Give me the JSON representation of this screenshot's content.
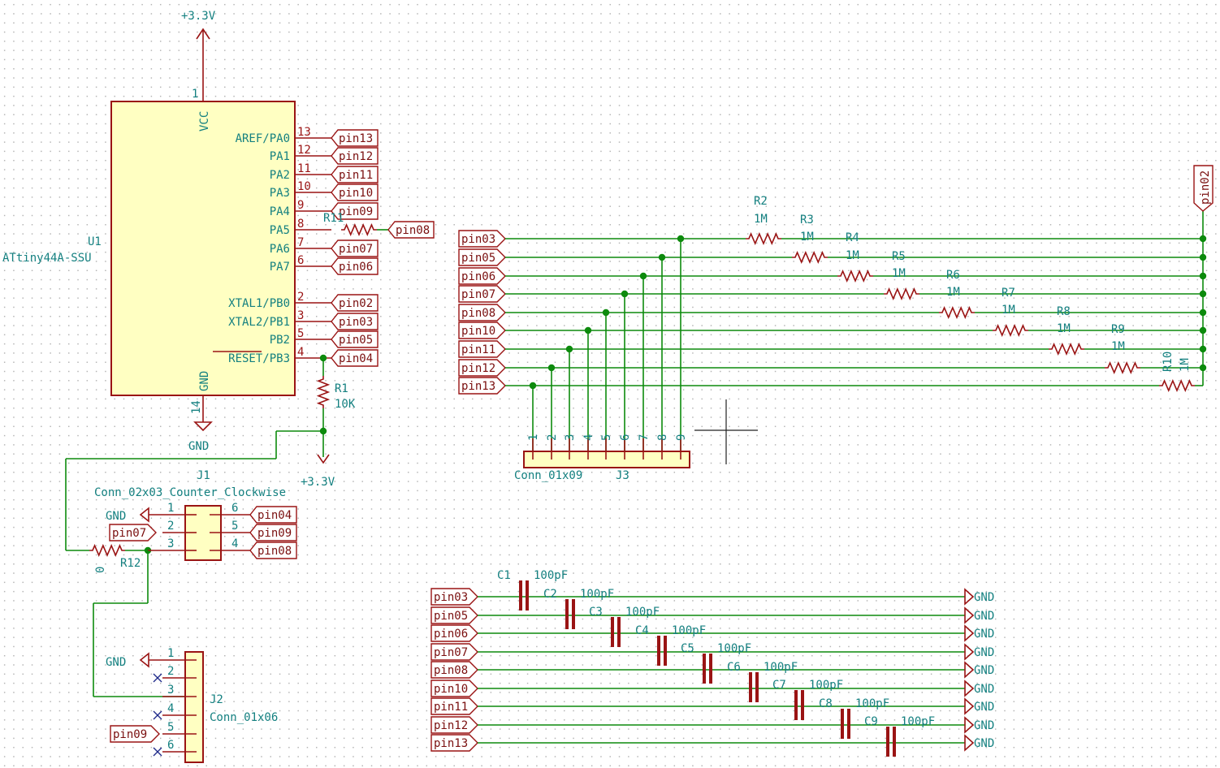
{
  "u1": {
    "ref": "U1",
    "value": "ATtiny44A-SSU",
    "vcc_pin": {
      "name": "VCC",
      "num": "1"
    },
    "gnd_pin": {
      "name": "GND",
      "num": "14"
    },
    "right_pins": [
      {
        "name": "AREF/PA0",
        "num": "13",
        "net": "pin13"
      },
      {
        "name": "PA1",
        "num": "12",
        "net": "pin12"
      },
      {
        "name": "PA2",
        "num": "11",
        "net": "pin11"
      },
      {
        "name": "PA3",
        "num": "10",
        "net": "pin10"
      },
      {
        "name": "PA4",
        "num": "9",
        "net": "pin09"
      },
      {
        "name": "PA5",
        "num": "8",
        "net": "pin08"
      },
      {
        "name": "PA6",
        "num": "7",
        "net": "pin07"
      },
      {
        "name": "PA7",
        "num": "6",
        "net": "pin06"
      },
      {
        "name": "XTAL1/PB0",
        "num": "2",
        "net": "pin02"
      },
      {
        "name": "XTAL2/PB1",
        "num": "3",
        "net": "pin03"
      },
      {
        "name": "PB2",
        "num": "5",
        "net": "pin05"
      },
      {
        "name": "RESET/PB3",
        "num": "4",
        "net": "pin04"
      }
    ]
  },
  "power": {
    "vcc_top": "+3.3V",
    "vcc_bottom": "+3.3V",
    "gnd_u1": "GND"
  },
  "r1": {
    "ref": "R1",
    "value": "10K"
  },
  "r11": {
    "ref": "R11"
  },
  "r12": {
    "ref": "R12",
    "value": "0"
  },
  "resistor_ladder": {
    "left_labels": [
      "pin03",
      "pin05",
      "pin06",
      "pin07",
      "pin08",
      "pin10",
      "pin11",
      "pin12",
      "pin13"
    ],
    "right_label": "pin02",
    "resistors": [
      {
        "ref": "R2",
        "value": "1M"
      },
      {
        "ref": "R3",
        "value": "1M"
      },
      {
        "ref": "R4",
        "value": "1M"
      },
      {
        "ref": "R5",
        "value": "1M"
      },
      {
        "ref": "R6",
        "value": "1M"
      },
      {
        "ref": "R7",
        "value": "1M"
      },
      {
        "ref": "R8",
        "value": "1M"
      },
      {
        "ref": "R9",
        "value": "1M"
      },
      {
        "ref": "R10",
        "value": "1M"
      }
    ]
  },
  "j3": {
    "ref": "J3",
    "value": "Conn_01x09",
    "pins": [
      "9",
      "8",
      "7",
      "6",
      "5",
      "4",
      "3",
      "2",
      "1"
    ]
  },
  "j1": {
    "ref": "J1",
    "value": "Conn_02x03_Counter_Clockwise",
    "left": [
      {
        "num": "1",
        "net": "GND"
      },
      {
        "num": "2",
        "net": "pin07"
      },
      {
        "num": "3",
        "net": ""
      }
    ],
    "right": [
      {
        "num": "6",
        "net": "pin04"
      },
      {
        "num": "5",
        "net": "pin09"
      },
      {
        "num": "4",
        "net": "pin08"
      }
    ]
  },
  "j2": {
    "ref": "J2",
    "value": "Conn_01x06",
    "pins": [
      {
        "num": "1",
        "net": "GND"
      },
      {
        "num": "2",
        "net": ""
      },
      {
        "num": "3",
        "net": ""
      },
      {
        "num": "4",
        "net": ""
      },
      {
        "num": "5",
        "net": "pin09"
      },
      {
        "num": "6",
        "net": ""
      }
    ]
  },
  "capacitors": {
    "labels": [
      "pin03",
      "pin05",
      "pin06",
      "pin07",
      "pin08",
      "pin10",
      "pin11",
      "pin12",
      "pin13"
    ],
    "gnd": "GND",
    "items": [
      {
        "ref": "C1",
        "value": "100pF"
      },
      {
        "ref": "C2",
        "value": "100pF"
      },
      {
        "ref": "C3",
        "value": "100pF"
      },
      {
        "ref": "C4",
        "value": "100pF"
      },
      {
        "ref": "C5",
        "value": "100pF"
      },
      {
        "ref": "C6",
        "value": "100pF"
      },
      {
        "ref": "C7",
        "value": "100pF"
      },
      {
        "ref": "C8",
        "value": "100pF"
      },
      {
        "ref": "C9",
        "value": "100pF"
      }
    ]
  },
  "colors": {
    "wire": "#0d8a0d",
    "component": "#9a1414",
    "text": "#148080",
    "fill": "#ffffc2",
    "grid": "#b4b4b4"
  }
}
